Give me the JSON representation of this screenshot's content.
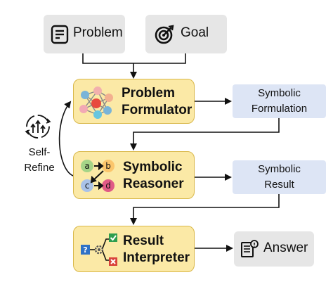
{
  "inputs": {
    "problem_label": "Problem",
    "goal_label": "Goal"
  },
  "modules": {
    "formulator": {
      "line1": "Problem",
      "line2": "Formulator"
    },
    "reasoner": {
      "line1": "Symbolic",
      "line2": "Reasoner"
    },
    "interpreter": {
      "line1": "Result",
      "line2": "Interpreter"
    }
  },
  "outputs": {
    "formulation": {
      "line1": "Symbolic",
      "line2": "Formulation"
    },
    "result": {
      "line1": "Symbolic",
      "line2": "Result"
    },
    "answer_label": "Answer"
  },
  "refine": {
    "line1": "Self-",
    "line2": "Refine"
  },
  "reasoner_nodes": [
    "a",
    "b",
    "c",
    "d"
  ],
  "colors": {
    "module_fill": "#fbe9a6",
    "module_border": "#d9b84a",
    "output_fill": "#dde5f5",
    "input_fill": "#e6e6e6"
  },
  "icons": {
    "problem": "document-icon",
    "goal": "target-icon",
    "formulator": "network-icon",
    "reasoner": "graph-icon",
    "interpreter": "decision-icon",
    "answer": "report-icon",
    "refine": "refresh-cycle-icon"
  }
}
